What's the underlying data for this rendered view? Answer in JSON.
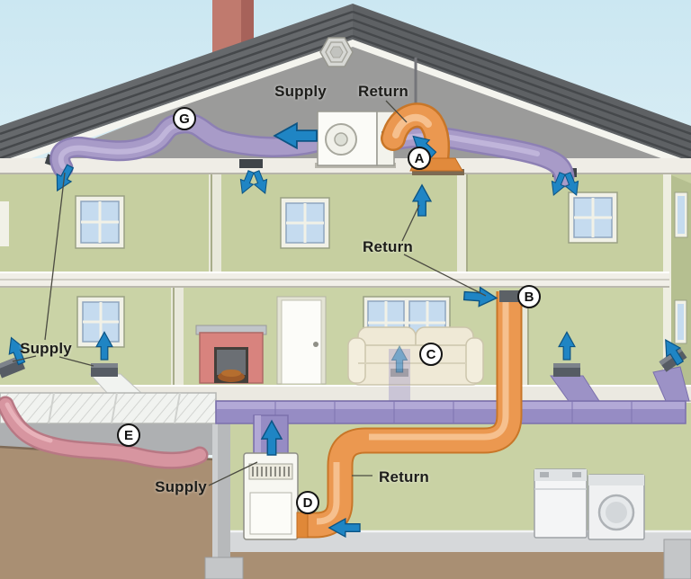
{
  "diagram": {
    "description": "Cutaway house HVAC duct diagram with supply and return air paths",
    "labels": {
      "attic_supply": "Supply",
      "attic_return": "Return",
      "second_floor_return": "Return",
      "first_floor_supply": "Supply",
      "basement_supply": "Supply",
      "basement_return": "Return"
    },
    "markers": {
      "g": "G",
      "a": "A",
      "b": "B",
      "c": "C",
      "d": "D",
      "e": "E"
    },
    "colors": {
      "supply_duct_purple": "#a89bc8",
      "supply_trunk_purple": "#968cc4",
      "return_duct_orange": "#eb9850",
      "airflow_arrow_blue": "#1f85c4",
      "roof_gray": "#6a6d70",
      "gable_gray": "#a0a09e",
      "wall_green": "#c6cfa0",
      "soil_brown": "#a98f73",
      "chimney_red": "#c07a6e",
      "flex_duct_pink": "#d795a0"
    }
  }
}
